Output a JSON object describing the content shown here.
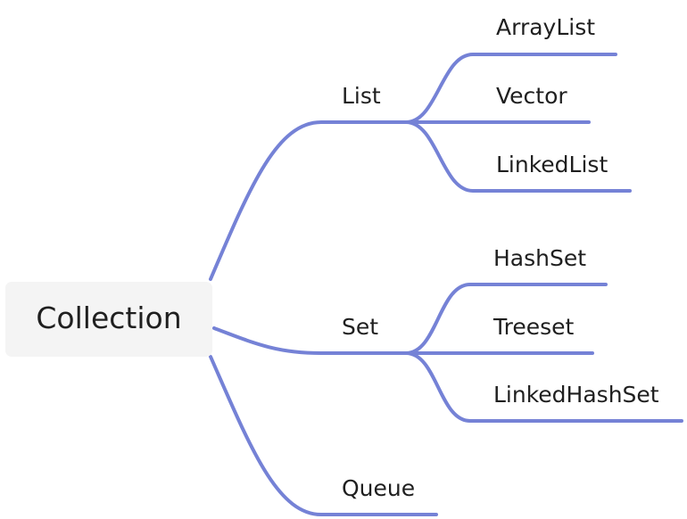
{
  "colors": {
    "edge": "#7582d6",
    "root_fill": "#f4f4f4",
    "text": "#1f1f1f"
  },
  "diagram": {
    "root": "Collection",
    "branches": [
      {
        "label": "List",
        "children": [
          "ArrayList",
          "Vector",
          "LinkedList"
        ]
      },
      {
        "label": "Set",
        "children": [
          "HashSet",
          "Treeset",
          "LinkedHashSet"
        ]
      },
      {
        "label": "Queue",
        "children": []
      }
    ]
  }
}
